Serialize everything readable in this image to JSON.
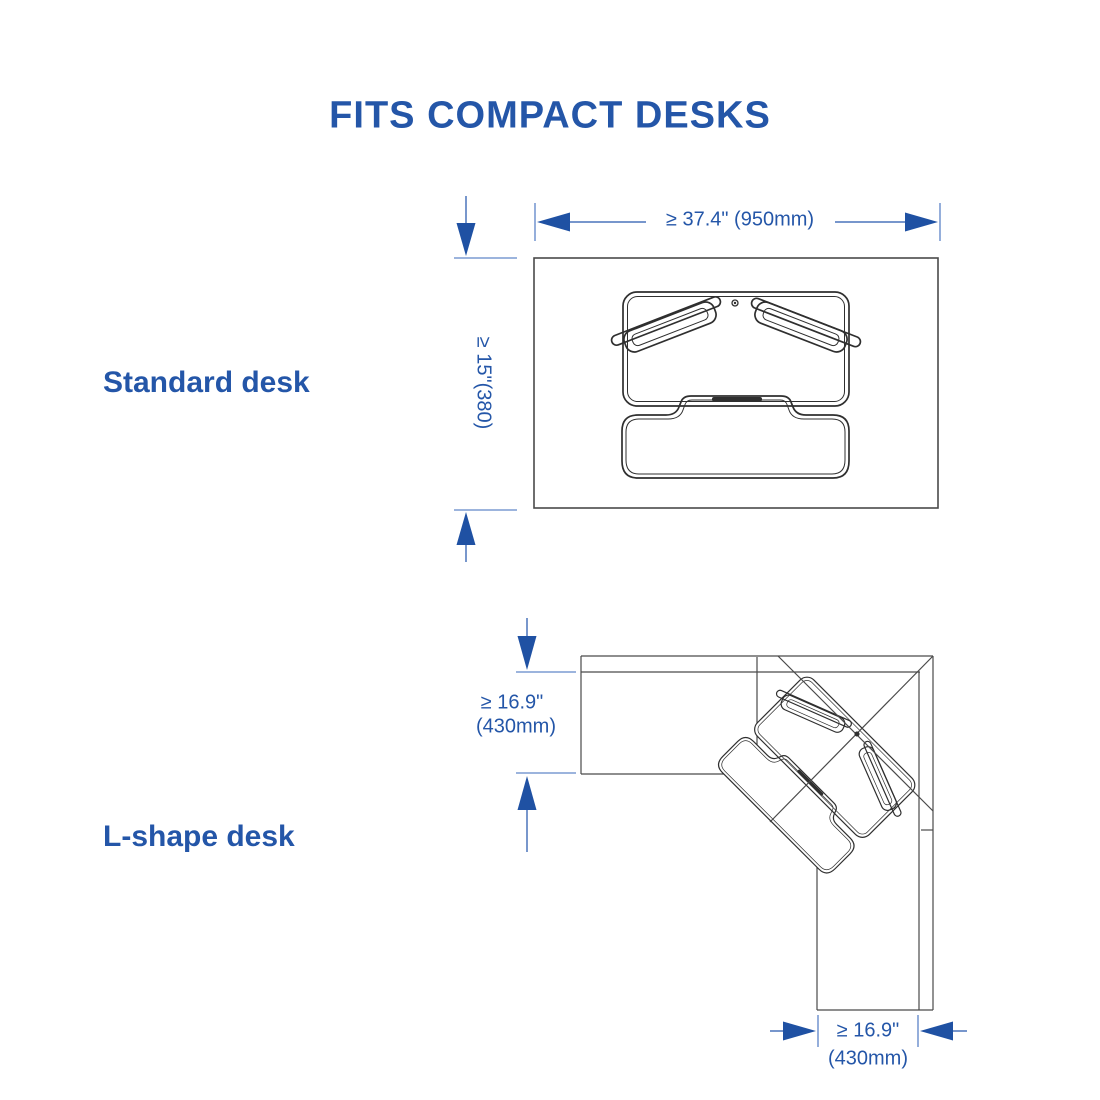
{
  "title": "FITS COMPACT DESKS",
  "colors": {
    "accent_text": "#2456a8",
    "arrow_fill": "#1f51a3",
    "dim_line": "#4a74bb",
    "tick_line": "#7b9bd2",
    "drawing_line": "#2f2f2f",
    "desk_line": "#4a4a4a"
  },
  "standard_desk": {
    "label": "Standard desk",
    "width_dimension": "≥ 37.4\" (950mm)",
    "depth_dimension": "≥ 15\"(380)"
  },
  "l_shape_desk": {
    "label": "L-shape desk",
    "left_dimension_line1": "≥ 16.9\"",
    "left_dimension_line2": "(430mm)",
    "bottom_dimension_line1": "≥ 16.9\"",
    "bottom_dimension_line2": "(430mm)"
  },
  "icons": {
    "dimension_arrows": "solid triangle arrowheads with extension ticks"
  }
}
